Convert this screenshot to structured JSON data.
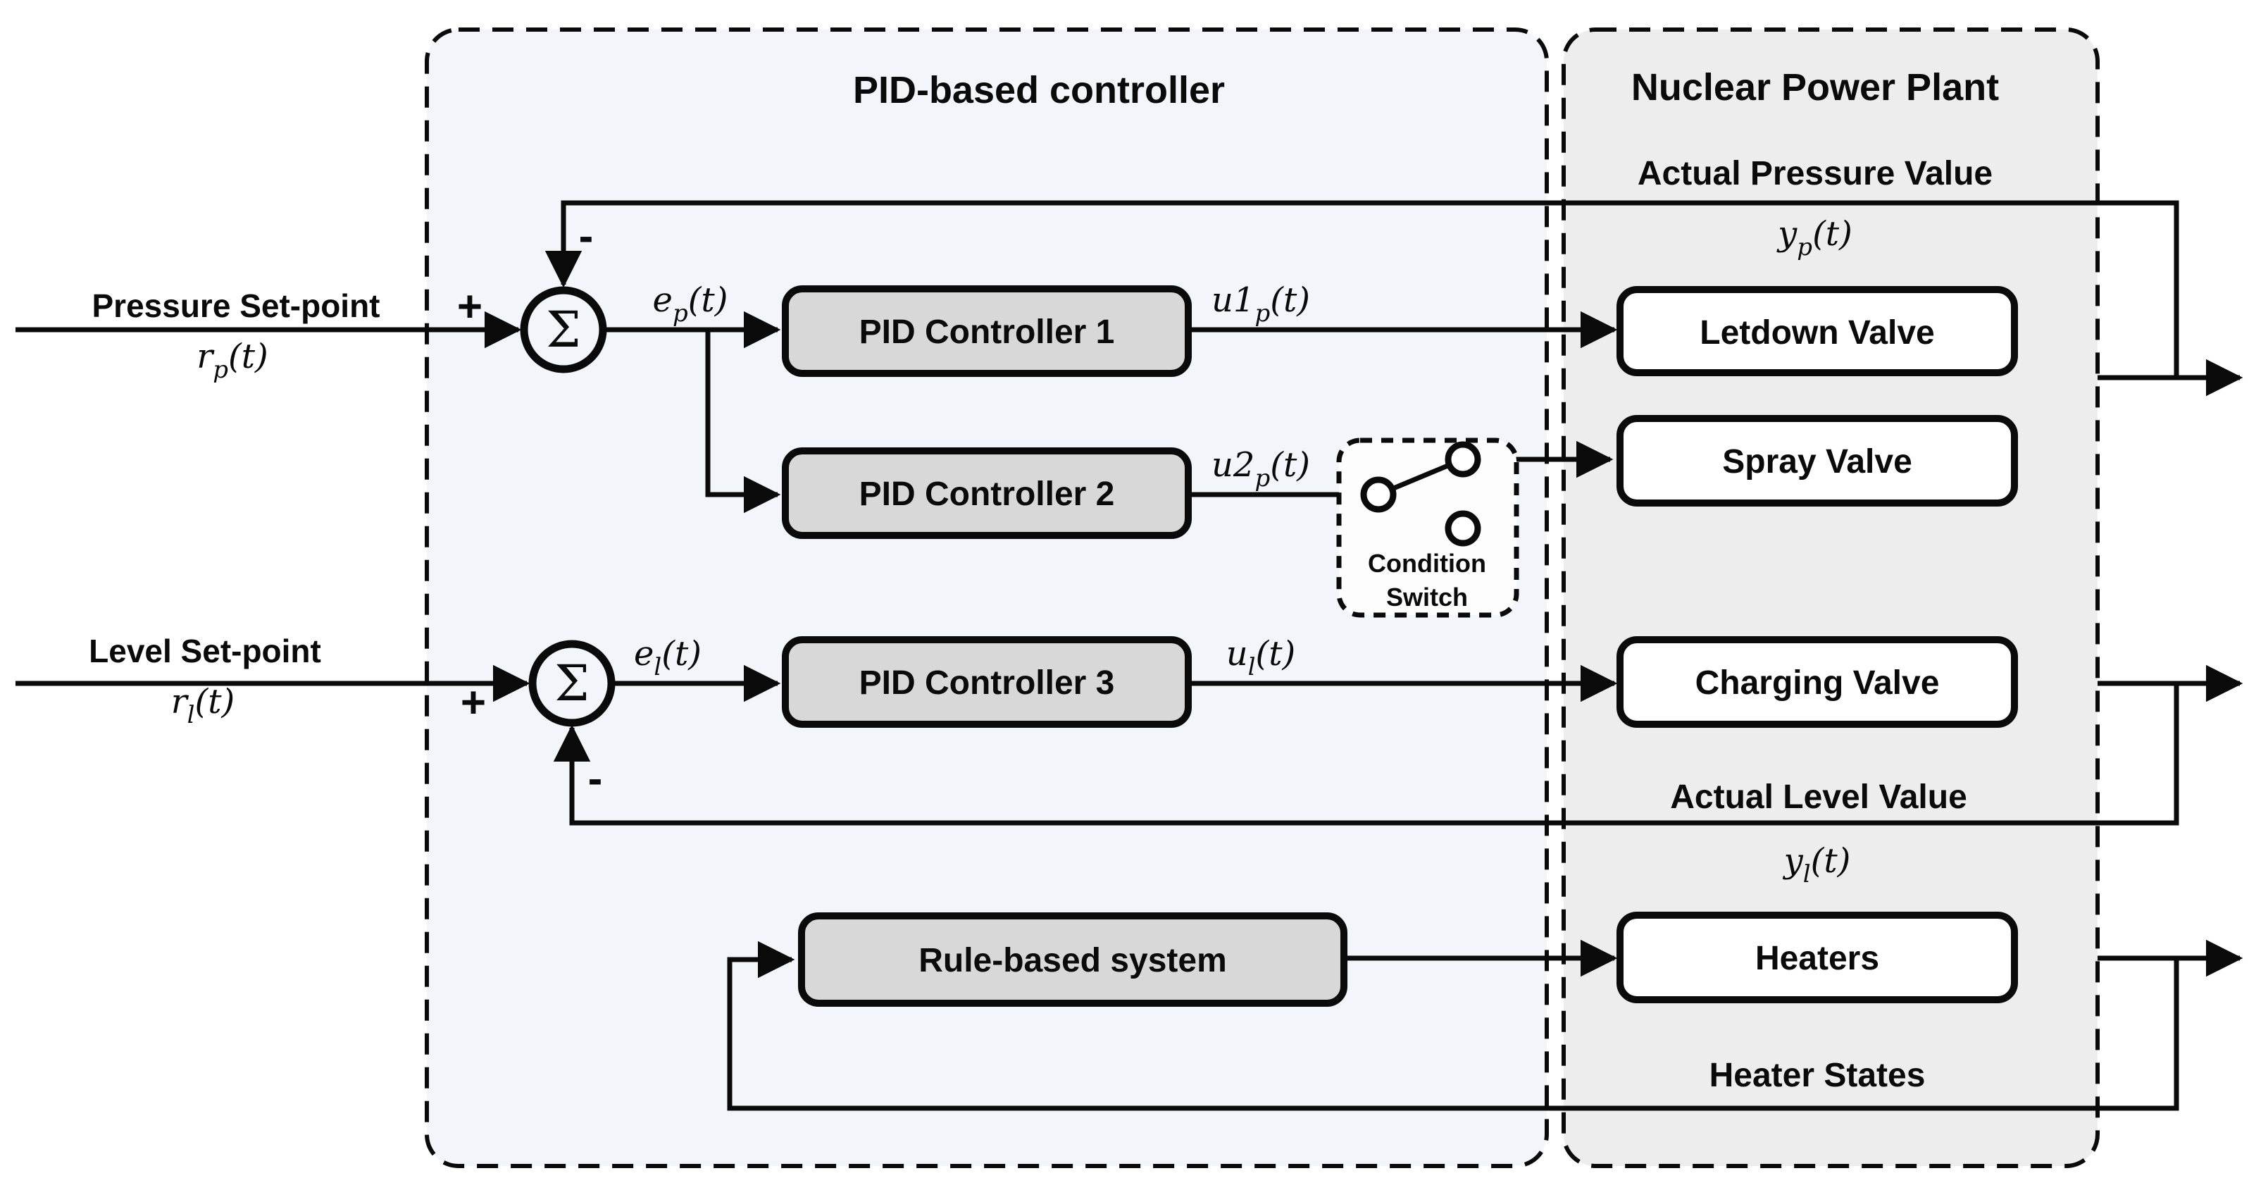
{
  "colors": {
    "ink": "#0a0a0a",
    "canvas_bg": "#ffffff",
    "controller_panel_fill": "#f2f5fa",
    "plant_panel_fill": "#ededed",
    "controller_block_fill": "#d8d8d8",
    "plant_block_fill": "#ffffff",
    "switch_box_fill": "#fdfdfe"
  },
  "panels": {
    "controller": {
      "title": "PID-based controller"
    },
    "plant": {
      "title": "Nuclear Power Plant"
    }
  },
  "inputs": {
    "pressure": {
      "label": "Pressure Set-point",
      "signal": {
        "base": "r",
        "sub": "p",
        "args": "(t)"
      }
    },
    "level": {
      "label": "Level Set-point",
      "signal": {
        "base": "r",
        "sub": "l",
        "args": "(t)"
      }
    }
  },
  "summing": {
    "symbol": "Σ",
    "plus": "+",
    "minus": "-"
  },
  "signals": {
    "ep": {
      "base": "e",
      "sub": "p",
      "args": "(t)"
    },
    "u1p": {
      "base": "u1",
      "sub": "p",
      "args": "(t)"
    },
    "u2p": {
      "base": "u2",
      "sub": "p",
      "args": "(t)"
    },
    "el": {
      "base": "e",
      "sub": "l",
      "args": "(t)"
    },
    "ul": {
      "base": "u",
      "sub": "l",
      "args": "(t)"
    },
    "yp": {
      "base": "y",
      "sub": "p",
      "args": "(t)"
    },
    "yl": {
      "base": "y",
      "sub": "l",
      "args": "(t)"
    }
  },
  "blocks": {
    "pid1": {
      "label": "PID Controller 1"
    },
    "pid2": {
      "label": "PID Controller 2"
    },
    "pid3": {
      "label": "PID Controller 3"
    },
    "rule": {
      "label": "Rule-based system"
    },
    "letdown": {
      "label": "Letdown Valve"
    },
    "spray": {
      "label": "Spray Valve"
    },
    "charging": {
      "label": "Charging Valve"
    },
    "heaters": {
      "label": "Heaters"
    }
  },
  "switch": {
    "label_line1": "Condition",
    "label_line2": "Switch"
  },
  "feedback": {
    "pressure_label": "Actual Pressure Value",
    "level_label": "Actual Level Value",
    "heater_label": "Heater States"
  }
}
